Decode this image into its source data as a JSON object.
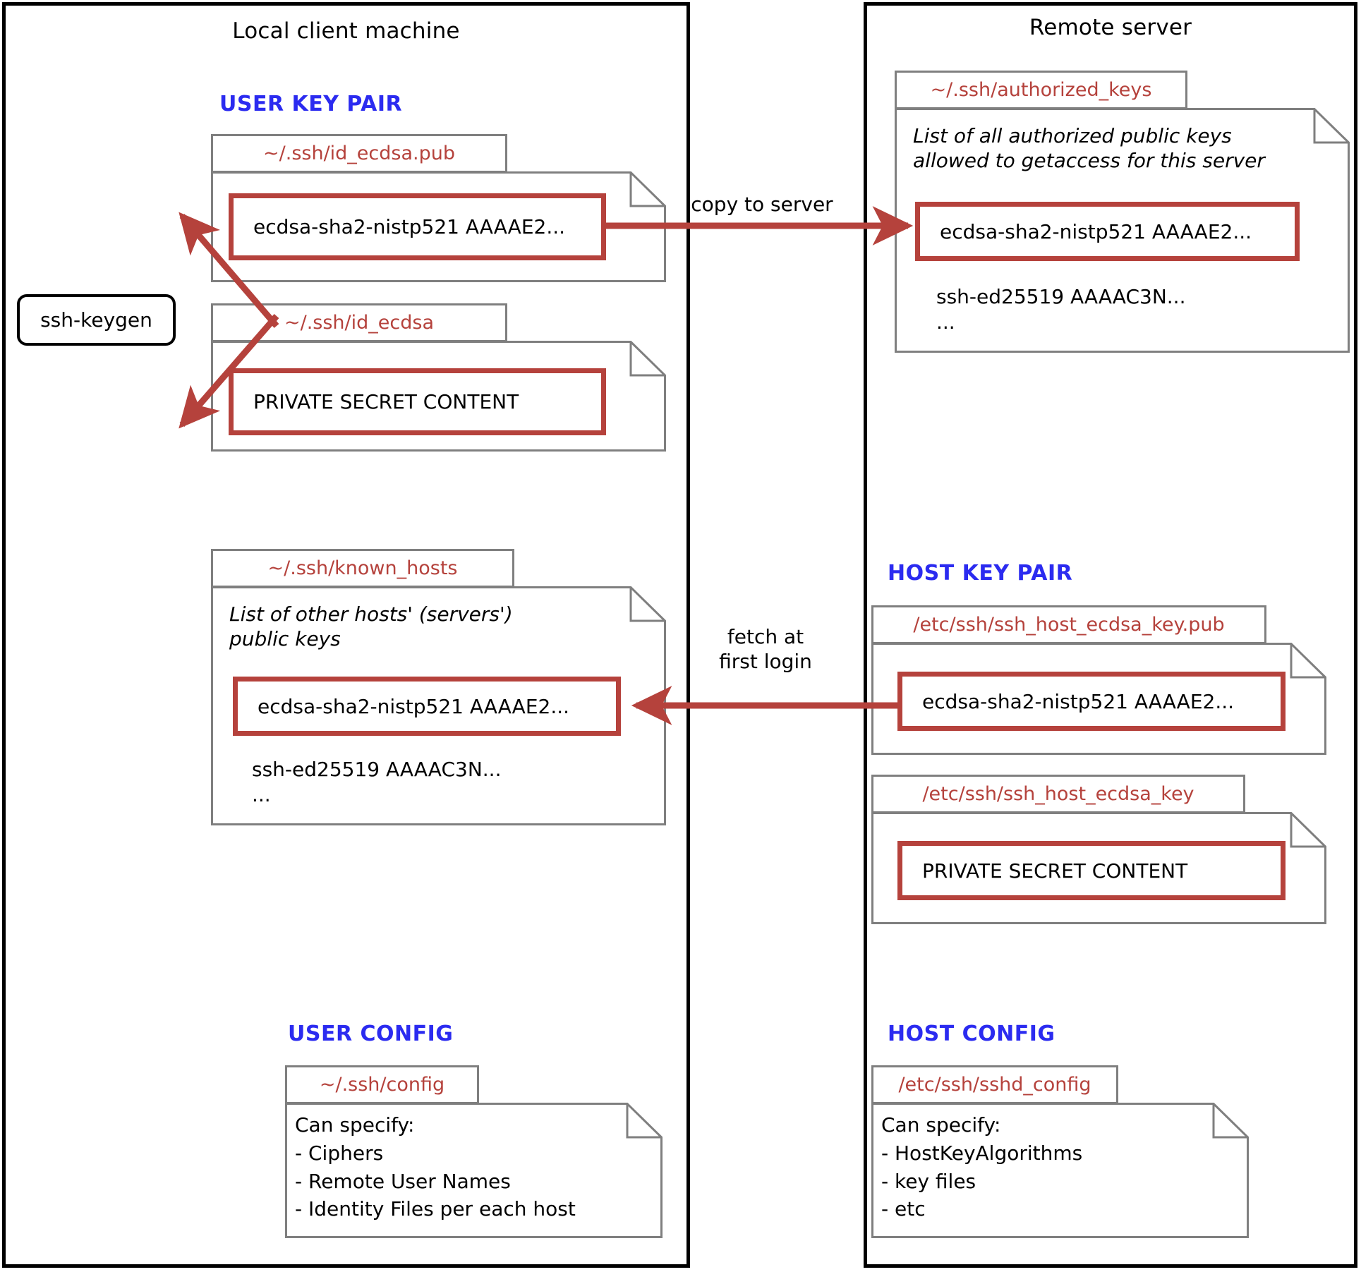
{
  "panels": {
    "local": {
      "title": "Local client machine"
    },
    "remote": {
      "title": "Remote server"
    }
  },
  "headings": {
    "user_key_pair": "USER KEY PAIR",
    "host_key_pair": "HOST KEY PAIR",
    "user_config": "USER CONFIG",
    "host_config": "HOST CONFIG"
  },
  "process": {
    "ssh_keygen": "ssh-keygen"
  },
  "edges": {
    "copy_to_server": "copy to server",
    "fetch_at_first_login": "fetch at\nfirst login"
  },
  "files": {
    "id_ecdsa_pub": {
      "path": "~/.ssh/id_ecdsa.pub",
      "key": "ecdsa-sha2-nistp521 AAAAE2..."
    },
    "id_ecdsa": {
      "path": "~/.ssh/id_ecdsa",
      "key": "PRIVATE SECRET CONTENT"
    },
    "authorized_keys": {
      "path": "~/.ssh/authorized_keys",
      "note": "List of all authorized public keys\nallowed to getaccess for this server",
      "key": "ecdsa-sha2-nistp521 AAAAE2...",
      "entries": "ssh-ed25519 AAAAC3N...\n..."
    },
    "known_hosts": {
      "path": "~/.ssh/known_hosts",
      "note": "List of other hosts' (servers')\npublic keys",
      "key": "ecdsa-sha2-nistp521 AAAAE2...",
      "entries": "ssh-ed25519 AAAAC3N...\n..."
    },
    "host_key_pub": {
      "path": "/etc/ssh/ssh_host_ecdsa_key.pub",
      "key": "ecdsa-sha2-nistp521 AAAAE2..."
    },
    "host_key_priv": {
      "path": "/etc/ssh/ssh_host_ecdsa_key",
      "key": "PRIVATE SECRET CONTENT"
    },
    "user_config_file": {
      "path": "~/.ssh/config",
      "body": "Can specify:\n   - Ciphers\n   - Remote User Names\n   - Identity Files per each host"
    },
    "host_config_file": {
      "path": "/etc/ssh/sshd_config",
      "body": "Can specify:\n   - HostKeyAlgorithms\n   - key files\n   - etc"
    }
  },
  "colors": {
    "accent_red": "#b5423c",
    "heading_blue": "#2b2bf0",
    "card_border": "#7f7f7f",
    "panel_border": "#000000"
  }
}
